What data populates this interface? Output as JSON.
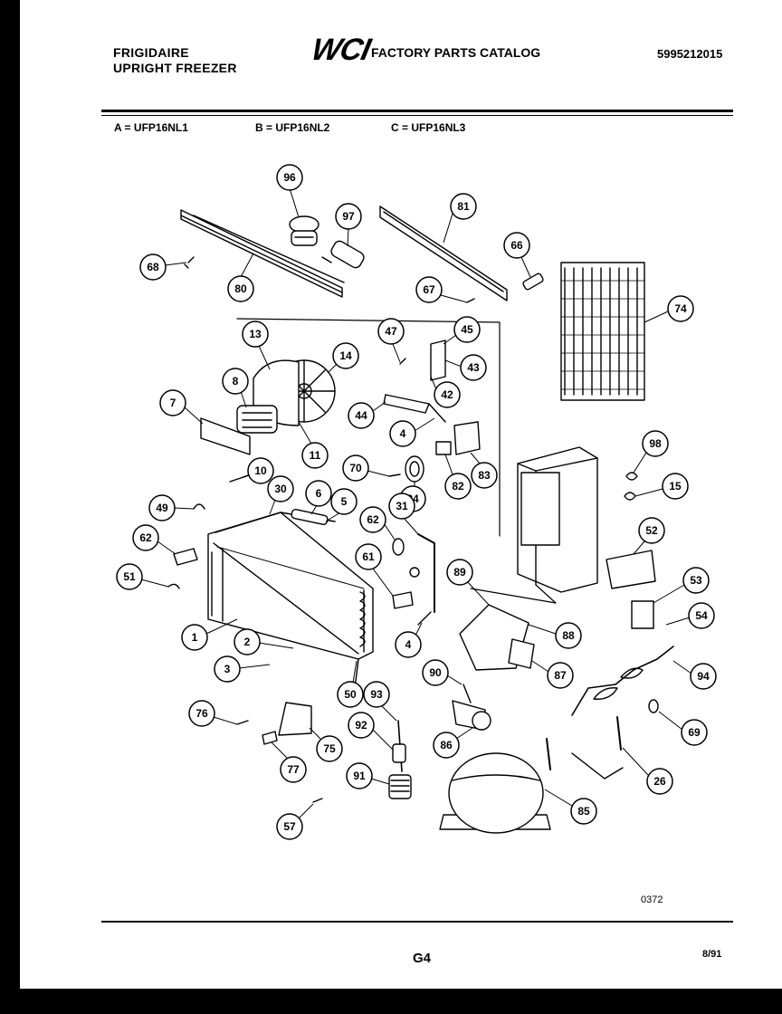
{
  "header": {
    "brand": "FRIGIDAIRE",
    "product": "UPRIGHT FREEZER",
    "logo": "WCI",
    "catalog_title": "FACTORY PARTS CATALOG",
    "catalog_number": "5995212015"
  },
  "models": {
    "a": "A = UFP16NL1",
    "b": "B = UFP16NL2",
    "c": "C = UFP16NL3"
  },
  "callouts": [
    "96",
    "97",
    "81",
    "68",
    "80",
    "66",
    "67",
    "74",
    "47",
    "45",
    "43",
    "42",
    "13",
    "14",
    "8",
    "7",
    "44",
    "4",
    "11",
    "10",
    "70",
    "84",
    "82",
    "83",
    "98",
    "15",
    "49",
    "30",
    "6",
    "5",
    "31",
    "62",
    "52",
    "62",
    "61",
    "51",
    "89",
    "53",
    "54",
    "88",
    "1",
    "2",
    "3",
    "4",
    "90",
    "87",
    "94",
    "76",
    "93",
    "50",
    "92",
    "86",
    "69",
    "75",
    "77",
    "91",
    "26",
    "85",
    "57"
  ],
  "footer": {
    "figure_code": "0372",
    "page": "G4",
    "date": "8/91"
  },
  "icons": [
    "wci-logo"
  ]
}
